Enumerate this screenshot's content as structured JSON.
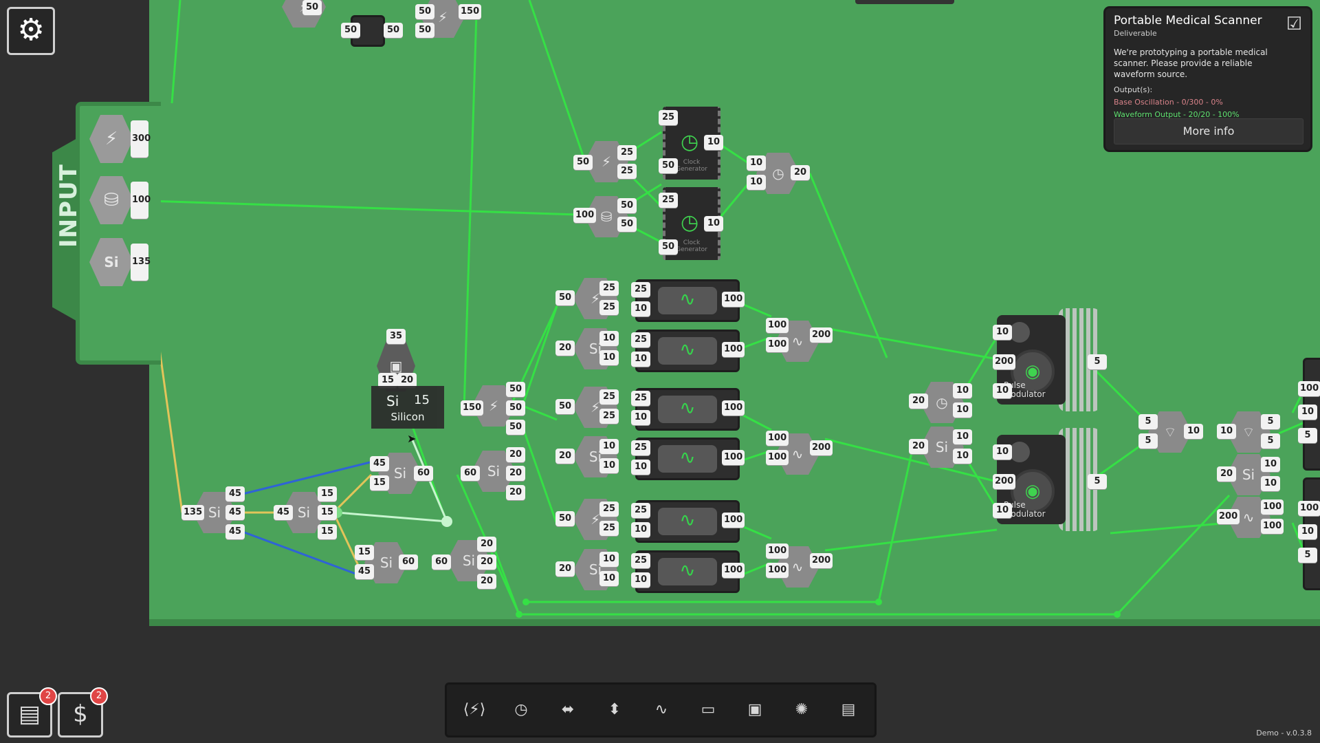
{
  "input": {
    "label": "INPUT",
    "sources": [
      {
        "icon": "lightning-icon",
        "glyph": "⚡",
        "value": "300"
      },
      {
        "icon": "cylinder-icon",
        "glyph": "⛁",
        "value": "100"
      },
      {
        "icon": "silicon-icon",
        "glyph": "Si",
        "value": "135"
      }
    ]
  },
  "tooltip": {
    "symbol": "Si",
    "value": "15",
    "name": "Silicon"
  },
  "task": {
    "title": "Portable Medical Scanner",
    "subtitle": "Deliverable",
    "description": "We're prototyping a portable medical scanner. Please provide a reliable waveform source.",
    "outputs_label": "Output(s):",
    "outputs": [
      {
        "text": "Base Oscillation - 0/300 - 0%",
        "color": "#d9838a"
      },
      {
        "text": "Waveform Output - 20/20 - 100%",
        "color": "#5ee06f"
      }
    ],
    "more_info": "More info"
  },
  "components": {
    "clock_generator": "Clock Generator",
    "pulse_modulator": "Pulse Modulator"
  },
  "nodes": {
    "top_a": [
      "50"
    ],
    "top_b": [
      "50",
      "50"
    ],
    "top_c": [
      "50",
      "50",
      "150"
    ],
    "clk_split": [
      "50",
      "25",
      "25"
    ],
    "cyl_split": [
      "100",
      "50",
      "50"
    ],
    "cg1": [
      "25",
      "50",
      "10"
    ],
    "cg2": [
      "25",
      "50",
      "10"
    ],
    "clk_merge": [
      "10",
      "10",
      "20"
    ],
    "osc_rows": [
      {
        "in": [
          "25",
          "10"
        ],
        "out": "100"
      },
      {
        "in": [
          "25",
          "10"
        ],
        "out": "100"
      },
      {
        "in": [
          "25",
          "10"
        ],
        "out": "100"
      },
      {
        "in": [
          "25",
          "10"
        ],
        "out": "100"
      },
      {
        "in": [
          "25",
          "10"
        ],
        "out": "100"
      },
      {
        "in": [
          "25",
          "10"
        ],
        "out": "100"
      }
    ],
    "splitters_left": [
      {
        "in": "50",
        "out": [
          "25",
          "25"
        ]
      },
      {
        "in": "20",
        "out": [
          "10",
          "10"
        ]
      },
      {
        "in": "50",
        "out": [
          "25",
          "25"
        ]
      },
      {
        "in": "20",
        "out": [
          "10",
          "10"
        ]
      },
      {
        "in": "50",
        "out": [
          "25",
          "25"
        ]
      },
      {
        "in": "20",
        "out": [
          "10",
          "10"
        ]
      }
    ],
    "wave_merge": [
      {
        "in": [
          "100",
          "100"
        ],
        "out": "200"
      },
      {
        "in": [
          "100",
          "100"
        ],
        "out": "200"
      },
      {
        "in": [
          "100",
          "100"
        ],
        "out": "200"
      }
    ],
    "power_150": {
      "in": "150",
      "out": [
        "50",
        "50",
        "50"
      ]
    },
    "si_60": {
      "in": "60",
      "out": [
        "20",
        "20",
        "20"
      ]
    },
    "si_60b": {
      "in": "60",
      "out": [
        "20",
        "20",
        "20"
      ]
    },
    "si_135": {
      "in": "135",
      "out": [
        "45",
        "45",
        "45"
      ]
    },
    "si_45": {
      "in": "45",
      "out": [
        "15",
        "15",
        "15"
      ]
    },
    "si_merge_top": {
      "in": [
        "45",
        "15"
      ],
      "out": "60"
    },
    "si_merge_bot": {
      "in": [
        "15",
        "45"
      ],
      "out": "60"
    },
    "vertical_node": {
      "top": "35",
      "bottom": [
        "15",
        "20"
      ]
    },
    "clock_20": {
      "in": "20",
      "out": [
        "10",
        "10"
      ]
    },
    "si_20": {
      "in": "20",
      "out": [
        "10",
        "10"
      ]
    },
    "pm1": {
      "in": [
        "10",
        "200",
        "10"
      ],
      "out": "5"
    },
    "pm2": {
      "in": [
        "10",
        "200",
        "10"
      ],
      "out": "5"
    },
    "wifi_merge": {
      "in": [
        "5",
        "5"
      ],
      "out": "10"
    },
    "wifi_split": {
      "in": "10",
      "out": [
        "5",
        "5"
      ]
    },
    "si_right": {
      "in": "20",
      "out": [
        "10",
        "10"
      ]
    },
    "wave_right": {
      "in": "200",
      "out": [
        "100",
        "100"
      ]
    },
    "edge_right_top": [
      "100",
      "10",
      "5"
    ],
    "edge_right_bot": [
      "100",
      "10",
      "5"
    ]
  },
  "toolbar": {
    "tools": [
      {
        "icon": "splitter-icon",
        "glyph": "⟨⚡⟩"
      },
      {
        "icon": "clock-chip-icon",
        "glyph": "◷"
      },
      {
        "icon": "merger-icon",
        "glyph": "⬌"
      },
      {
        "icon": "converter-icon",
        "glyph": "⬍"
      },
      {
        "icon": "oscillator-chip-icon",
        "glyph": "∿"
      },
      {
        "icon": "wide-chip-icon",
        "glyph": "▭"
      },
      {
        "icon": "processor-chip-icon",
        "glyph": "▣"
      },
      {
        "icon": "modulator-chip-icon",
        "glyph": "✺"
      },
      {
        "icon": "board-chip-icon",
        "glyph": "▤"
      }
    ]
  },
  "corner_buttons": {
    "tasks_badge": "2",
    "shop_badge": "2"
  },
  "version": "Demo - v.0.3.8"
}
